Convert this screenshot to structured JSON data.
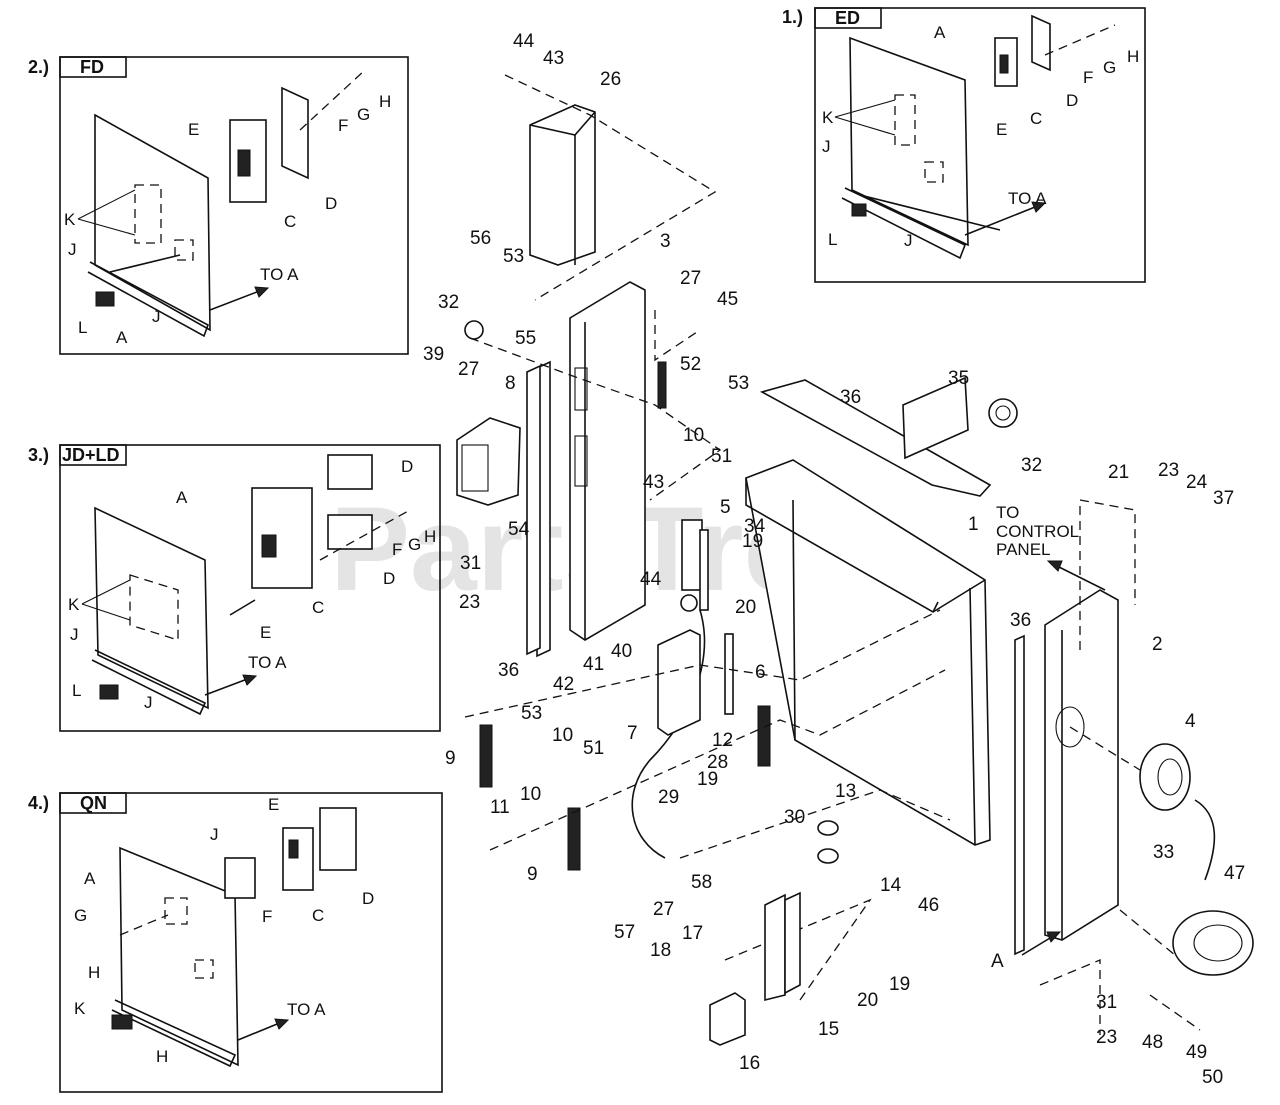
{
  "watermark": "PartsTree",
  "insets": [
    {
      "number": "1.)",
      "code": "ED",
      "labels": {
        "A": "A",
        "K": "K",
        "J": "J",
        "J2": "J",
        "L": "L",
        "C": "C",
        "D": "D",
        "E": "E",
        "F": "F",
        "G": "G",
        "H": "H"
      },
      "to_a": "TO A"
    },
    {
      "number": "2.)",
      "code": "FD",
      "labels": {
        "A": "A",
        "K": "K",
        "J": "J",
        "J2": "J",
        "L": "L",
        "C": "C",
        "D": "D",
        "E": "E",
        "F": "F",
        "G": "G",
        "H": "H"
      },
      "to_a": "TO A"
    },
    {
      "number": "3.)",
      "code": "JD+LD",
      "labels": {
        "A": "A",
        "K": "K",
        "J": "J",
        "J2": "J",
        "L": "L",
        "C": "C",
        "D": "D",
        "D2": "D",
        "E": "E",
        "F": "F",
        "G": "G",
        "H": "H"
      },
      "to_a": "TO A"
    },
    {
      "number": "4.)",
      "code": "QN",
      "labels": {
        "A": "A",
        "K": "K",
        "J": "J",
        "H": "H",
        "H2": "H",
        "C": "C",
        "D": "D",
        "E": "E",
        "F": "F",
        "G": "G"
      },
      "to_a": "TO A"
    }
  ],
  "main": {
    "to_control_panel": [
      "TO",
      "CONTROL",
      "PANEL"
    ],
    "point_a": "A",
    "callouts": [
      "44",
      "43",
      "26",
      "3",
      "56",
      "53",
      "32",
      "27",
      "45",
      "55",
      "39",
      "27",
      "8",
      "52",
      "53",
      "10",
      "51",
      "36",
      "35",
      "32",
      "43",
      "54",
      "44",
      "5",
      "19",
      "34",
      "20",
      "1",
      "21",
      "23",
      "24",
      "37",
      "31",
      "23",
      "36",
      "36",
      "2",
      "42",
      "41",
      "40",
      "6",
      "7",
      "12",
      "9",
      "53",
      "10",
      "51",
      "28",
      "19",
      "29",
      "30",
      "13",
      "11",
      "10",
      "14",
      "9",
      "58",
      "57",
      "27",
      "46",
      "4",
      "33",
      "47",
      "18",
      "17",
      "20",
      "19",
      "15",
      "16",
      "31",
      "23",
      "48",
      "49",
      "50",
      "A"
    ]
  }
}
